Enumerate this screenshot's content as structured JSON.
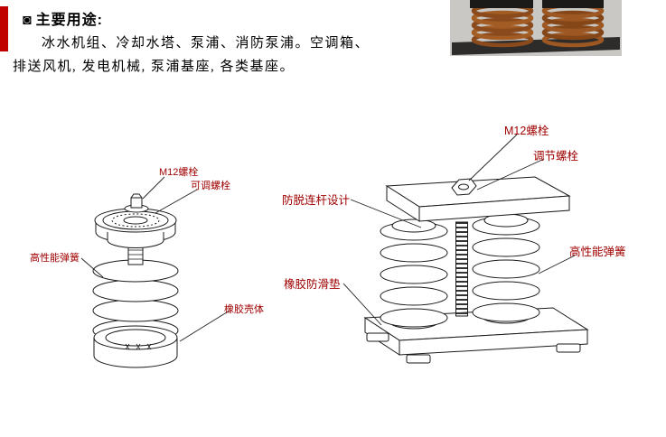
{
  "header": {
    "bullet": "◙",
    "title": "主要用途:",
    "usage_line1": "冰水机组、冷却水塔、泵浦、消防泵浦。空调箱、",
    "usage_line2": "排送风机, 发电机械, 泵浦基座, 各类基座。"
  },
  "diagram_labels": {
    "left": {
      "bolt": "M12螺栓",
      "adjustable_bolt": "可调螺栓",
      "spring": "高性能弹簧",
      "rubber_housing": "橡胶壳体"
    },
    "right": {
      "bolt": "M12螺栓",
      "adjust_bolt": "调节螺栓",
      "anti_detach_rod": "防脱连杆设计",
      "spring": "高性能弹簧",
      "rubber_pad": "橡胶防滑垫"
    }
  },
  "colors": {
    "accent_red": "#c00000",
    "label_red": "#a00000"
  }
}
